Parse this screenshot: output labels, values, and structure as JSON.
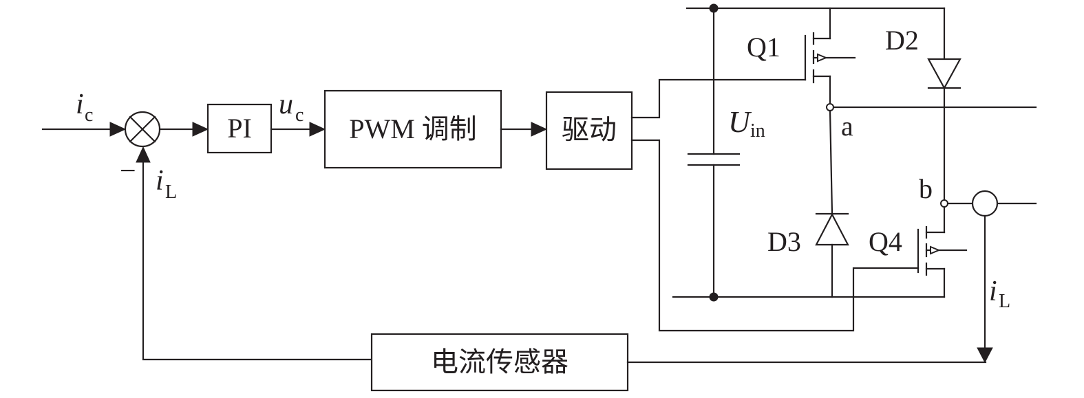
{
  "blocks": {
    "pi": "PI",
    "pwm": "PWM 调制",
    "driver": "驱动",
    "sensor": "电流传感器"
  },
  "signals": {
    "ref_i": "i",
    "ref_i_sub": "c",
    "fb_i": "i",
    "fb_i_sub": "L",
    "minus": "−",
    "ctrl_u": "u",
    "ctrl_u_sub": "c",
    "load_i": "i",
    "load_i_sub": "L"
  },
  "components": {
    "q1": "Q1",
    "q4": "Q4",
    "d2": "D2",
    "d3": "D3",
    "vin": "U",
    "vin_sub": "in",
    "node_a": "a",
    "node_b": "b"
  }
}
